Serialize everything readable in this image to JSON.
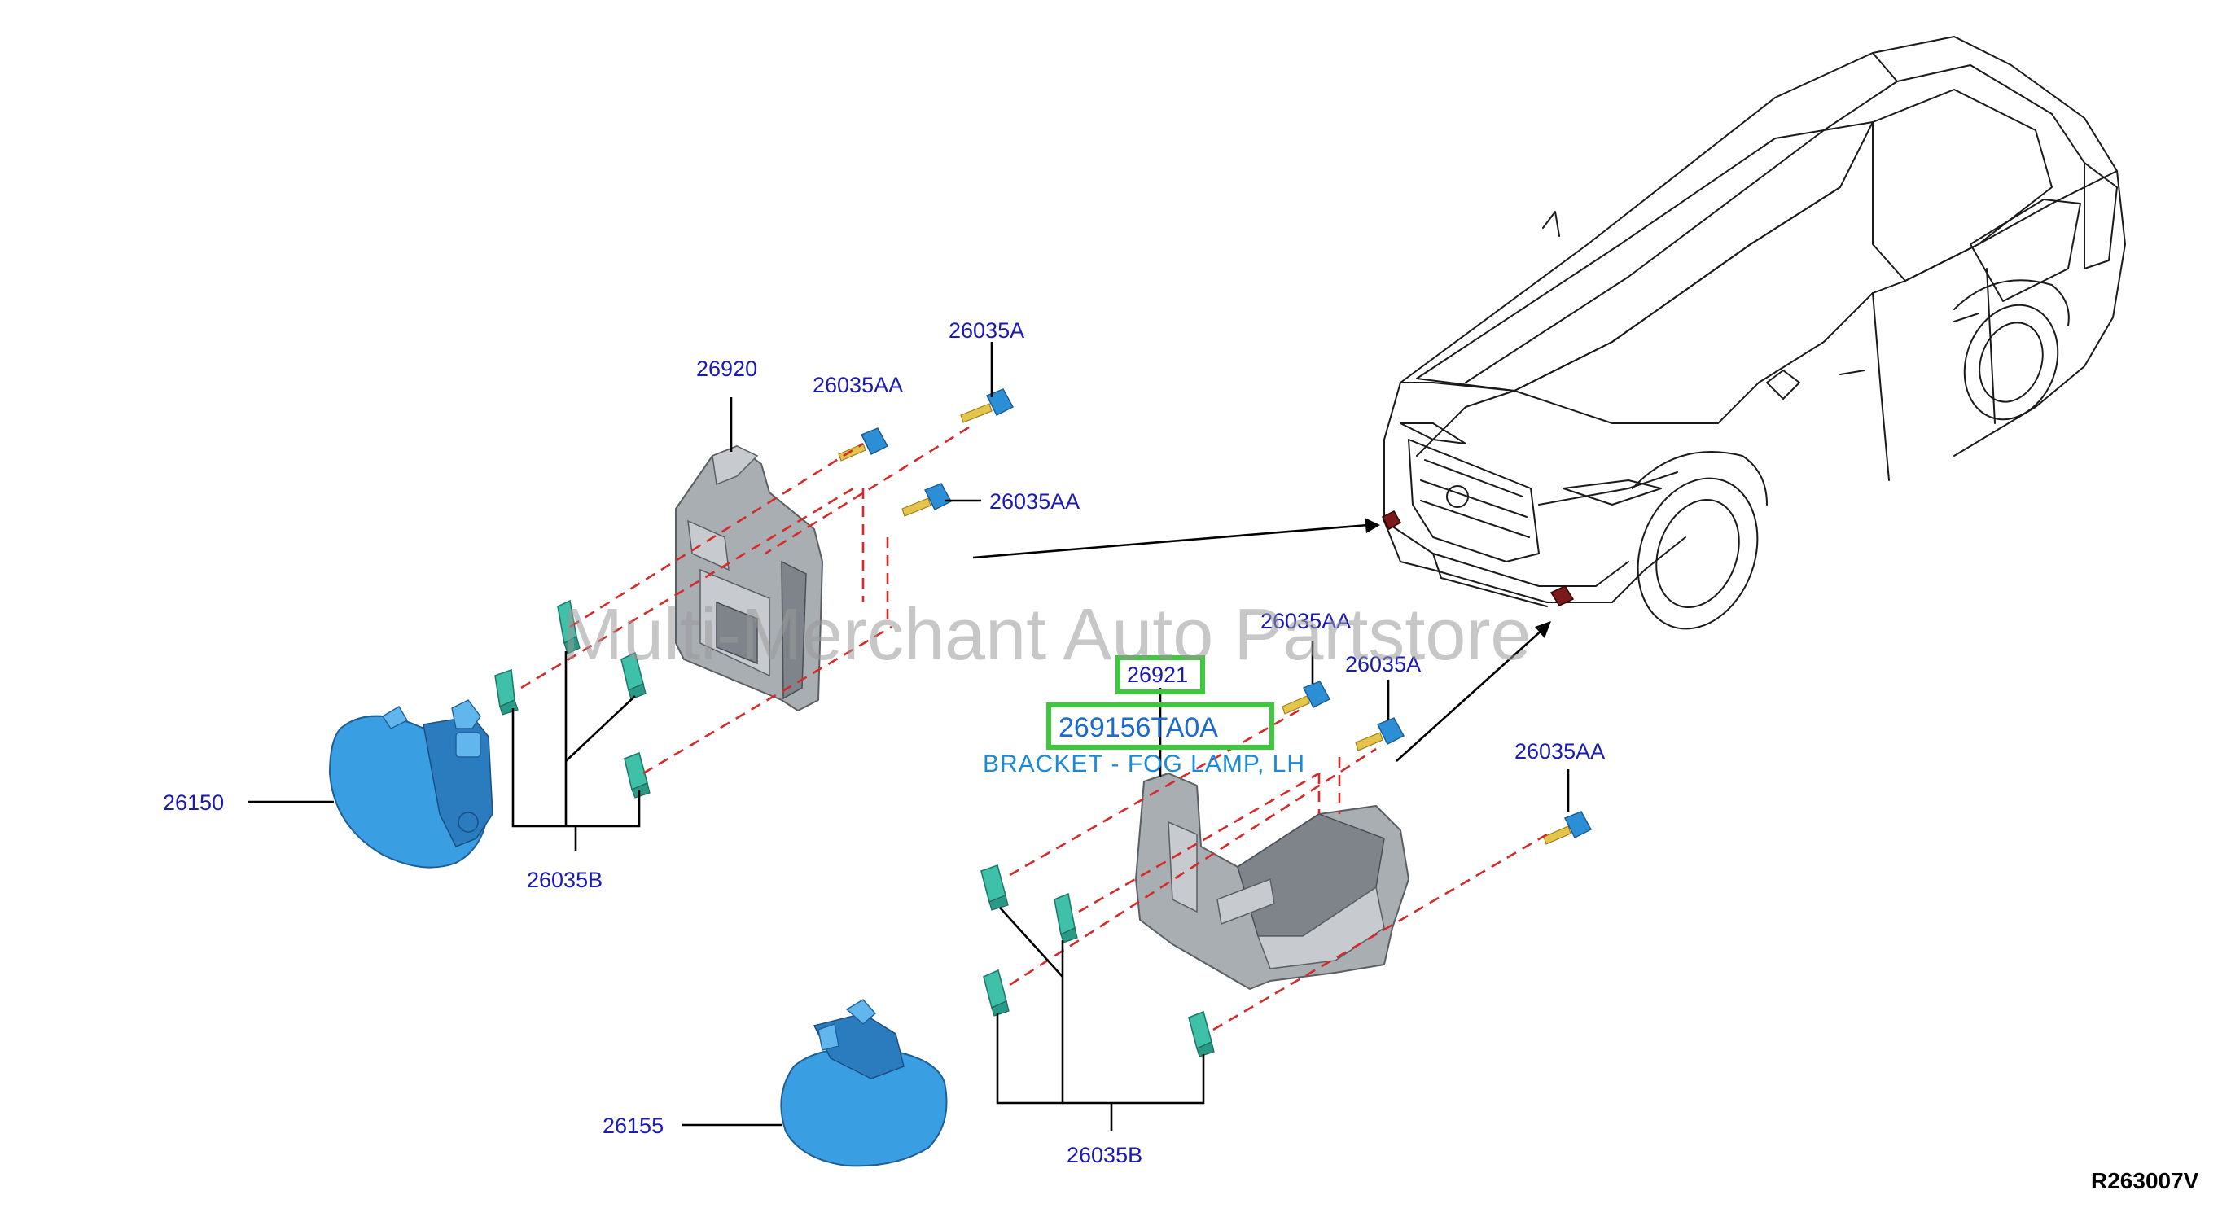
{
  "watermark": "Multi-Merchant Auto Partstore",
  "reference_code": "R263007V",
  "highlight": {
    "part_number": "26921",
    "oem_number": "269156TA0A",
    "description": "BRACKET - FOG LAMP, LH"
  },
  "callouts": {
    "c26920": "26920",
    "c26035aa_a": "26035AA",
    "c26035a_a": "26035A",
    "c26035aa_b": "26035AA",
    "c26150": "26150",
    "c26035b_a": "26035B",
    "c26035aa_c": "26035AA",
    "c26035a_b": "26035A",
    "c26035aa_d": "26035AA",
    "c26155": "26155",
    "c26035b_b": "26035B"
  },
  "colors": {
    "label": "#1a1ab4",
    "dashed_leader": "#d42a2a",
    "highlight_box": "#3ec83e",
    "bracket": "#a9aeb3",
    "clip": "#3fc0a8",
    "lamp": "#3a9ee2"
  }
}
